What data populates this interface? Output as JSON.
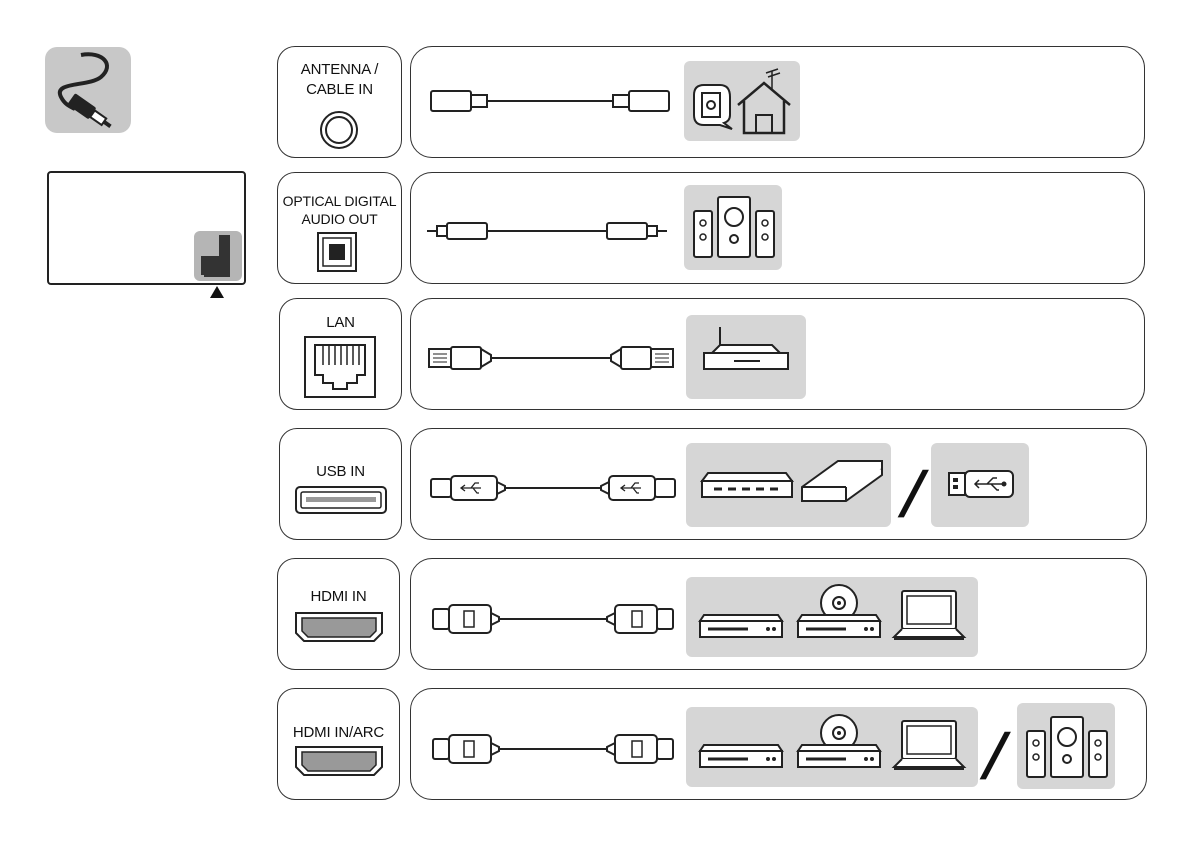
{
  "connection_guide": {
    "colors": {
      "device_bg": "#d6d6d6",
      "badge_bg": "#c8c8c8",
      "stroke": "#222222"
    },
    "badge_icon": "cable-plug-icon",
    "tv_locator_icon": "tv-rear-corner-icon",
    "rows": [
      {
        "port_label_1": "ANTENNA /",
        "port_label_2": "CABLE IN",
        "port_icon": "coax-socket-icon",
        "cable_icon": "coax-cable-icon",
        "devices": [
          "wall-antenna-outlet-icon",
          "rooftop-antenna-house-icon"
        ]
      },
      {
        "port_label_1": "OPTICAL DIGITAL",
        "port_label_2": "AUDIO  OUT",
        "port_icon": "optical-socket-icon",
        "cable_icon": "optical-cable-icon",
        "devices": [
          "speaker-system-icon"
        ]
      },
      {
        "port_label_1": "LAN",
        "port_label_2": "",
        "port_icon": "ethernet-socket-icon",
        "cable_icon": "ethernet-cable-icon",
        "devices": [
          "router-icon"
        ]
      },
      {
        "port_label_1": "USB IN",
        "port_label_2": "",
        "port_icon": "usb-socket-icon",
        "cable_icon": "usb-cable-icon",
        "devices": [
          "usb-hub-icon",
          "external-hdd-icon",
          "usb-flash-drive-icon"
        ],
        "separator": "/"
      },
      {
        "port_label_1": "HDMI IN",
        "port_label_2": "",
        "port_icon": "hdmi-socket-icon",
        "cable_icon": "hdmi-cable-icon",
        "devices": [
          "set-top-box-icon",
          "disc-player-icon",
          "laptop-icon"
        ]
      },
      {
        "port_label_1": "HDMI IN/ARC",
        "port_label_2": "",
        "port_icon": "hdmi-socket-icon",
        "cable_icon": "hdmi-cable-icon",
        "devices": [
          "set-top-box-icon",
          "disc-player-icon",
          "laptop-icon",
          "speaker-system-icon"
        ],
        "separator": "/"
      }
    ]
  }
}
